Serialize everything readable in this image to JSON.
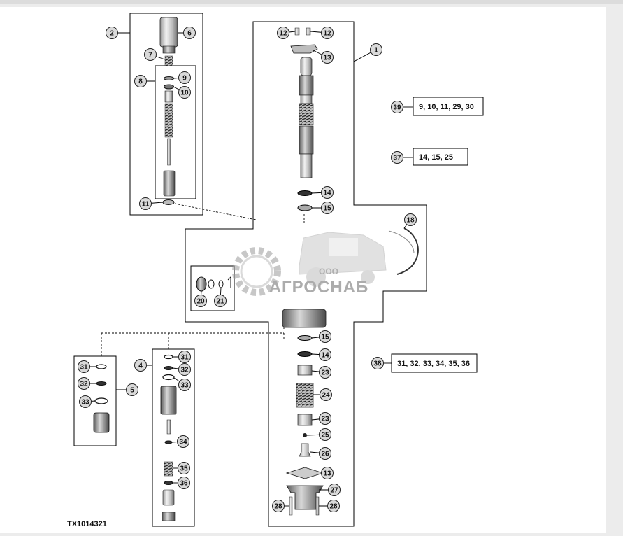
{
  "figure_id": "TX1014321",
  "watermark": {
    "prefix": "ООО",
    "name": "АГРОСНАБ"
  },
  "kits": [
    {
      "ref": "39",
      "parts": "9, 10, 11, 29, 30"
    },
    {
      "ref": "37",
      "parts": "14, 15, 25"
    },
    {
      "ref": "38",
      "parts": "31, 32, 33, 34, 35, 36"
    }
  ],
  "callout_labels": [
    "1",
    "2",
    "4",
    "5",
    "6",
    "7",
    "8",
    "9",
    "10",
    "11",
    "12",
    "12",
    "13",
    "13",
    "14",
    "14",
    "15",
    "15",
    "18",
    "20",
    "21",
    "23",
    "23",
    "24",
    "25",
    "26",
    "27",
    "28",
    "28",
    "31",
    "31",
    "32",
    "32",
    "33",
    "33",
    "34",
    "35",
    "36"
  ]
}
